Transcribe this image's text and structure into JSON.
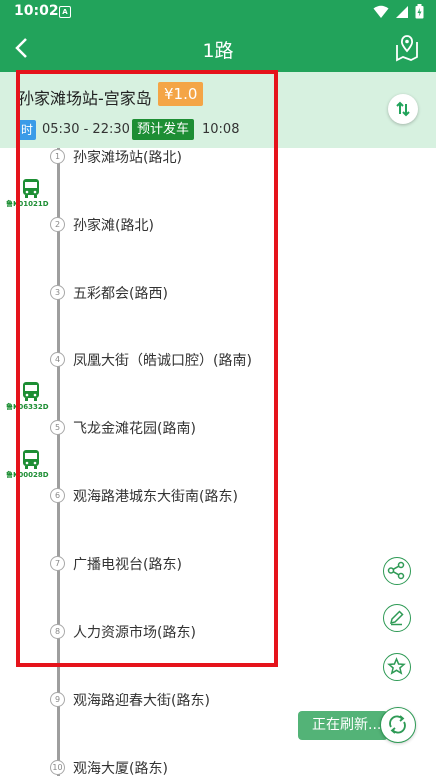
{
  "status_bar": {
    "time": "10:02",
    "notification_glyph": "A"
  },
  "app_bar": {
    "title": "1路"
  },
  "route": {
    "name": "孙家滩场站-宫家岛",
    "price": "¥1.0",
    "time_badge": "时",
    "service_hours": "05:30 - 22:30",
    "next_departure_label": "预计发车",
    "next_departure_time": "10:08"
  },
  "stops": [
    {
      "num": "1",
      "name": "孙家滩场站(路北)"
    },
    {
      "num": "2",
      "name": "孙家滩(路北)"
    },
    {
      "num": "3",
      "name": "五彩都会(路西)"
    },
    {
      "num": "4",
      "name": "凤凰大街（皓诚口腔）(路南)"
    },
    {
      "num": "5",
      "name": "飞龙金滩花园(路南)"
    },
    {
      "num": "6",
      "name": "观海路港城东大街南(路东)"
    },
    {
      "num": "7",
      "name": "广播电视台(路东)"
    },
    {
      "num": "8",
      "name": "人力资源市场(路东)"
    },
    {
      "num": "9",
      "name": "观海路迎春大街(路东)"
    },
    {
      "num": "10",
      "name": "观海大厦(路东)"
    }
  ],
  "buses": [
    {
      "plate": "鲁K01021D"
    },
    {
      "plate": "鲁K06332D"
    },
    {
      "plate": "鲁K00028D"
    }
  ],
  "refresh": {
    "label": "正在刷新..."
  },
  "colors": {
    "primary": "#22a35b",
    "info_bg": "#d7f1e0",
    "price": "#f4a546",
    "next_badge": "#1d8e34",
    "time_badge": "#3a9be8",
    "highlight": "#e5131b"
  }
}
